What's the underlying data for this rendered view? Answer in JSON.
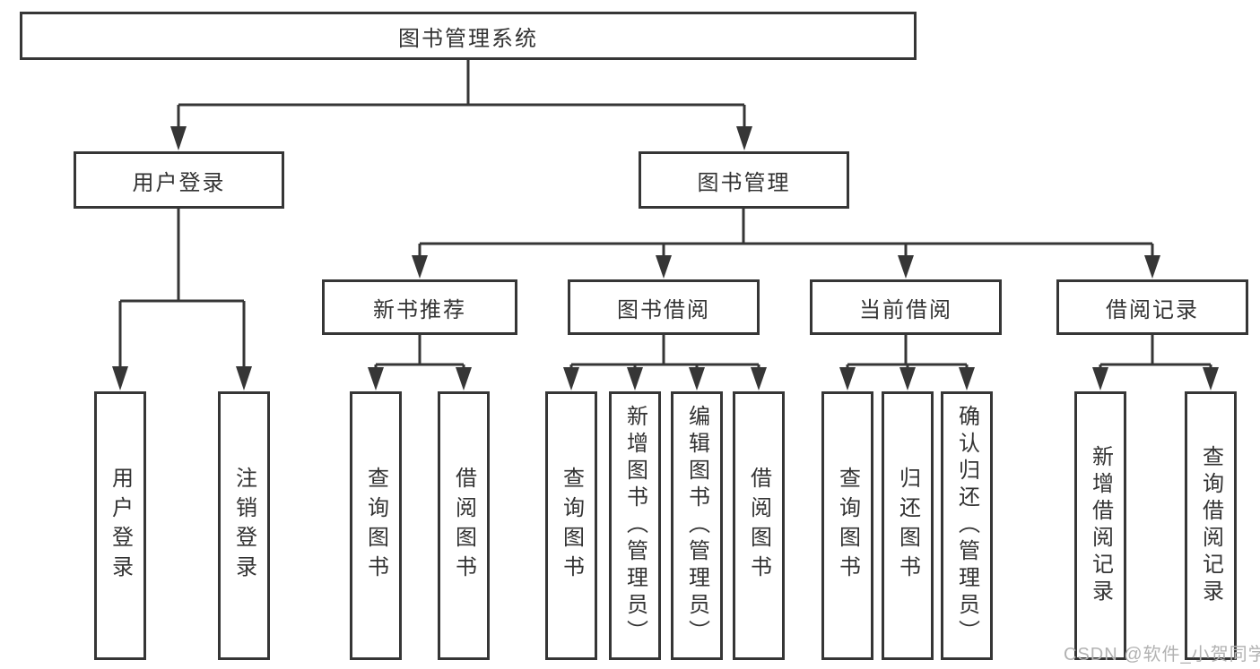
{
  "diagram": {
    "root": {
      "label": "图书管理系统"
    },
    "level2": [
      {
        "label": "用户登录",
        "children": [
          "用户登录",
          "注销登录"
        ]
      },
      {
        "label": "图书管理"
      }
    ],
    "level3": [
      {
        "label": "新书推荐",
        "children": [
          "查询图书",
          "借阅图书"
        ]
      },
      {
        "label": "图书借阅",
        "children": [
          "查询图书",
          "新增图书（管理员）",
          "编辑图书（管理员）",
          "借阅图书"
        ]
      },
      {
        "label": "当前借阅",
        "children": [
          "查询图书",
          "归还图书",
          "确认归还（管理员）"
        ]
      },
      {
        "label": "借阅记录",
        "children": [
          "新增借阅记录",
          "查询借阅记录"
        ]
      }
    ]
  },
  "watermark": {
    "text": "CSDN @软件_小贺同学"
  },
  "colors": {
    "line": "#363636",
    "text": "#333333",
    "watermark": "#b2b2b2",
    "background": "#ffffff"
  }
}
